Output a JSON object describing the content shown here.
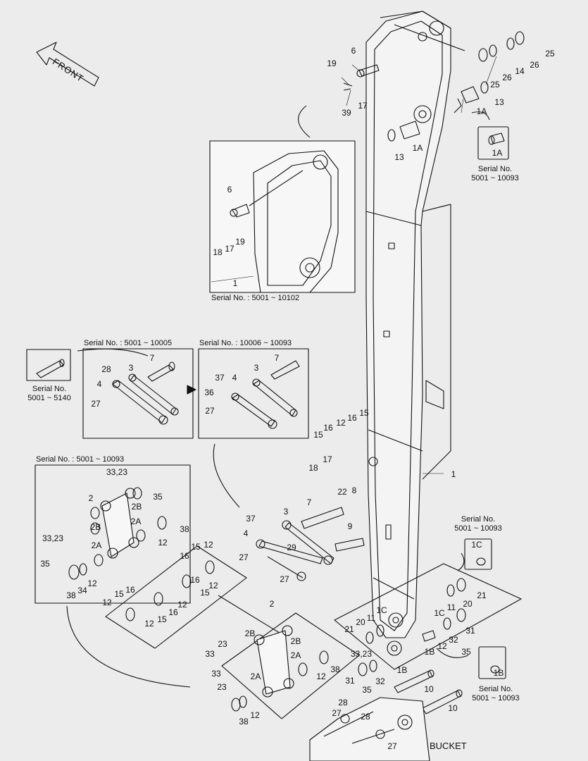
{
  "direction_label": "FRONT",
  "bucket_label": "BUCKET",
  "serial_captions": {
    "pin_1a": [
      "Serial No.",
      "5001 ~ 10093"
    ],
    "pin_1c": [
      "Serial No.",
      "5001 ~ 10093"
    ],
    "pin_1b": [
      "Serial No.",
      "5001 ~ 10093"
    ],
    "pin_7": [
      "Serial No.",
      "5001 ~ 5140"
    ]
  },
  "panel_headers": {
    "inset_top": "Serial No. : 5001 ~ 10102",
    "links_early": "Serial No. : 5001 ~ 10005",
    "links_late": "Serial No. : 10006 ~ 10093",
    "link_assy": "Serial No. : 5001 ~ 10093"
  },
  "callout_boxes": {
    "box_1a": "1A",
    "box_1c": "1C",
    "box_1b": "1B"
  },
  "part_numbers": [
    "1",
    "1A",
    "1B",
    "1C",
    "2",
    "2A",
    "2B",
    "3",
    "4",
    "6",
    "7",
    "8",
    "9",
    "10",
    "11",
    "12",
    "13",
    "14",
    "15",
    "16",
    "17",
    "18",
    "19",
    "20",
    "21",
    "22",
    "23",
    "25",
    "26",
    "27",
    "28",
    "29",
    "31",
    "32",
    "33",
    "34",
    "35",
    "36",
    "37",
    "38",
    "39"
  ],
  "labels": {
    "l01": "6",
    "l02": "19",
    "l03": "17",
    "l04": "39",
    "l05": "25",
    "l06": "26",
    "l07": "14",
    "l08": "26",
    "l09": "25",
    "l10": "13",
    "l11": "1A",
    "l12": "13",
    "l13": "1A",
    "l14": "6",
    "l15": "19",
    "l16": "17",
    "l17": "18",
    "l18": "1",
    "l19": "7",
    "l20": "28",
    "l21": "3",
    "l22": "4",
    "l23": "27",
    "l24": "7",
    "l25": "37",
    "l26": "4",
    "l27": "3",
    "l28": "36",
    "l29": "27",
    "l30": "12",
    "l31": "16",
    "l32": "15",
    "l33": "15",
    "l34": "16",
    "l35": "17",
    "l36": "18",
    "l37": "22",
    "l38": "8",
    "l39": "1",
    "l40": "33,23",
    "l41": "2",
    "l42": "2B",
    "l43": "2B",
    "l44": "35",
    "l45": "2A",
    "l46": "33,23",
    "l47": "2A",
    "l48": "38",
    "l49": "12",
    "l50": "35",
    "l51": "34",
    "l52": "12",
    "l53": "38",
    "l54": "16",
    "l55": "15",
    "l56": "12",
    "l57": "12",
    "l58": "16",
    "l59": "15",
    "l60": "12",
    "l61": "12",
    "l62": "15",
    "l63": "16",
    "l64": "12",
    "l65": "15",
    "l66": "16",
    "l67": "3",
    "l68": "7",
    "l69": "37",
    "l70": "4",
    "l71": "9",
    "l72": "27",
    "l73": "29",
    "l74": "27",
    "l75": "2",
    "l76": "2B",
    "l77": "2B",
    "l78": "23",
    "l79": "33",
    "l80": "2A",
    "l81": "33",
    "l82": "23",
    "l83": "2A",
    "l84": "38",
    "l85": "12",
    "l86": "12",
    "l87": "38",
    "l88": "21",
    "l89": "20",
    "l90": "11",
    "l91": "1C",
    "l92": "33,23",
    "l93": "31",
    "l94": "35",
    "l95": "32",
    "l96": "1B",
    "l97": "1C",
    "l98": "11",
    "l99": "20",
    "l100": "21",
    "l101": "31",
    "l102": "32",
    "l103": "12",
    "l104": "1B",
    "l105": "35",
    "l106": "10",
    "l107": "10",
    "l108": "28",
    "l109": "27",
    "l110": "28",
    "l111": "27"
  }
}
